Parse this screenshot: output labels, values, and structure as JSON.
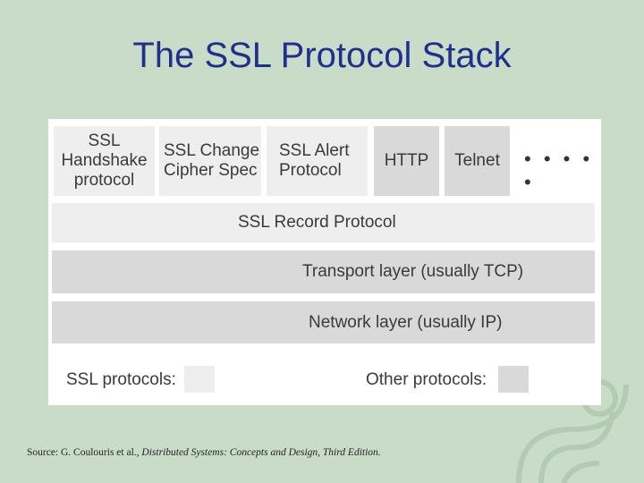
{
  "title": "The SSL Protocol Stack",
  "top_row": {
    "handshake": [
      "SSL",
      "Handshake",
      "protocol"
    ],
    "change_cipher": [
      "SSL Change",
      "Cipher Spec"
    ],
    "alert": [
      "SSL Alert",
      "Protocol"
    ],
    "http": "HTTP",
    "telnet": "Telnet",
    "more": "• • • • •"
  },
  "layers": {
    "record": "SSL Record Protocol",
    "transport": "Transport layer (usually TCP)",
    "network": "Network layer (usually IP)"
  },
  "legend": {
    "ssl_label": "SSL protocols:",
    "other_label": "Other protocols:"
  },
  "source": {
    "prefix": "Source: G. Coulouris et al., ",
    "title": "Distributed Systems: Concepts and Design, Third Edition."
  },
  "colors": {
    "ssl_fill": "#eeeeee",
    "other_fill": "#d9d9d9",
    "title_color": "#1f2f8f",
    "background": "#c9dcc8"
  }
}
